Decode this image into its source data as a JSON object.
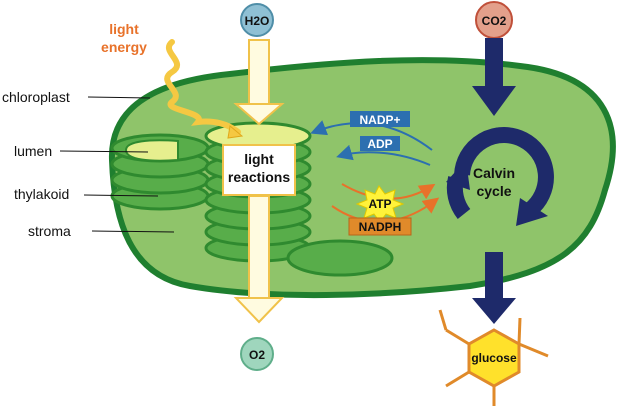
{
  "title": "",
  "labels": {
    "light_energy_1": "light",
    "light_energy_2": "energy",
    "chloroplast": "chloroplast",
    "lumen": "lumen",
    "thylakoid": "thylakoid",
    "stroma": "stroma",
    "light_reactions_1": "light",
    "light_reactions_2": "reactions",
    "calvin_1": "Calvin",
    "calvin_2": "cycle",
    "glucose": "glucose"
  },
  "molecules": {
    "h2o": "H2O",
    "co2": "CO2",
    "o2": "O2",
    "nadp_plus": "NADP+",
    "adp": "ADP",
    "atp": "ATP",
    "nadph": "NADPH"
  },
  "colors": {
    "chloroplast_outer": "#1f7f2f",
    "chloroplast_fill": "#8fc46a",
    "thylakoid_fill": "#58ad4a",
    "thylakoid_stroke": "#2f8a2f",
    "lumen_fill": "#e6ef8e",
    "light_energy": "#e8722a",
    "calvin_dark": "#1e2a6a",
    "arrow_blue": "#2c6fb0",
    "water_circle": "#8fc0d4",
    "co2_circle": "#e3a08b",
    "o2_circle": "#9fd6bd",
    "glucose_fill": "#ffe12b",
    "atp_burst": "#fff23a",
    "nadph_box": "#e08a2a"
  }
}
